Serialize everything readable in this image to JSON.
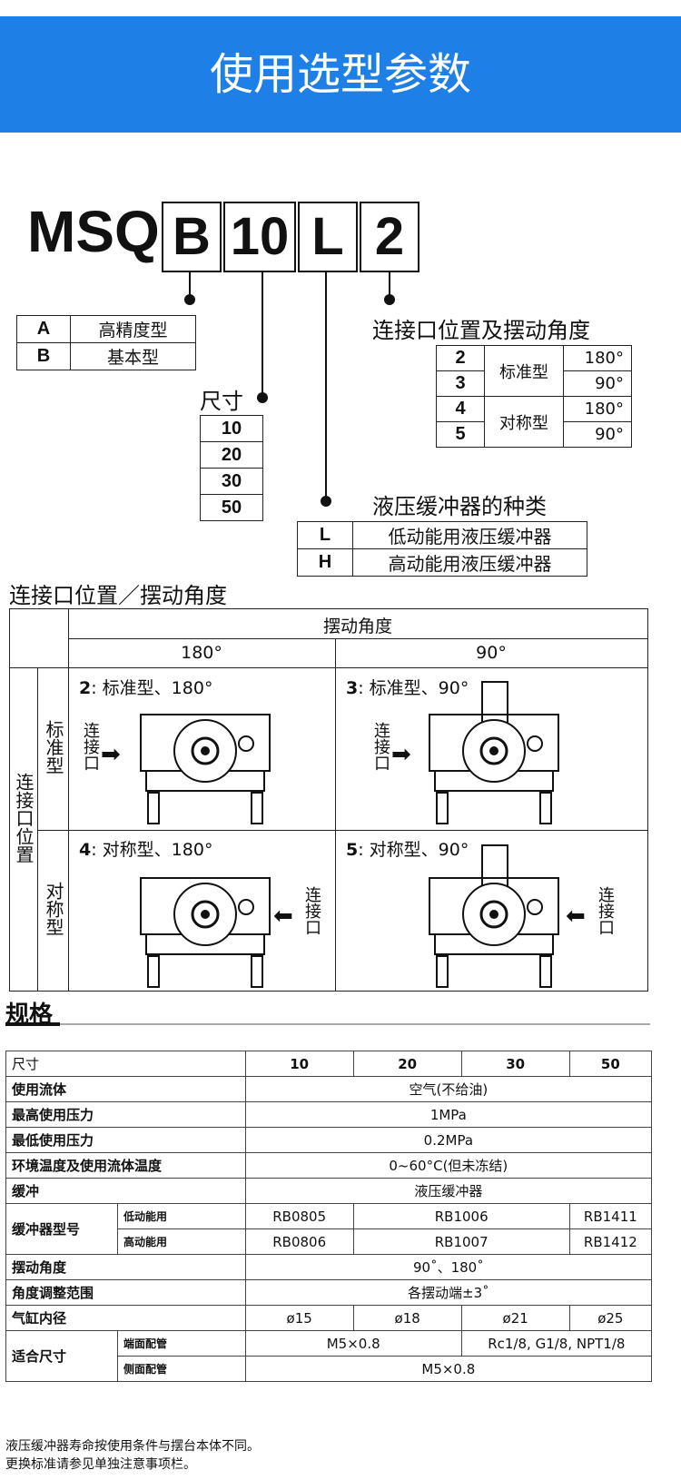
{
  "banner": {
    "title": "使用选型参数"
  },
  "model": {
    "prefix": "MSQ",
    "codes": [
      "B",
      "10",
      "L",
      "2"
    ]
  },
  "type_options": {
    "rows": [
      {
        "code": "A",
        "label": "高精度型"
      },
      {
        "code": "B",
        "label": "基本型"
      }
    ]
  },
  "size_options": {
    "title": "尺寸",
    "values": [
      "10",
      "20",
      "30",
      "50"
    ]
  },
  "port_options": {
    "title": "连接口位置及摆动角度",
    "rows": [
      {
        "code": "2",
        "type": "标准型",
        "angle": "180°"
      },
      {
        "code": "3",
        "type": "",
        "angle": "90°"
      },
      {
        "code": "4",
        "type": "对称型",
        "angle": "180°"
      },
      {
        "code": "5",
        "type": "",
        "angle": "90°"
      }
    ]
  },
  "absorber_options": {
    "title": "液压缓冲器的种类",
    "rows": [
      {
        "code": "L",
        "label": "低动能用液压缓冲器"
      },
      {
        "code": "H",
        "label": "高动能用液压缓冲器"
      }
    ]
  },
  "port_table": {
    "title": "连接口位置／摆动角度",
    "angle_header": "摆动角度",
    "angles": [
      "180°",
      "90°"
    ],
    "row_header": "连接口位置",
    "row_groups": [
      "标准型",
      "对称型"
    ],
    "port_label": "连接口",
    "cells": [
      {
        "code": "2",
        "text": ": 标准型、180°"
      },
      {
        "code": "3",
        "text": ": 标准型、90°"
      },
      {
        "code": "4",
        "text": ": 对称型、180°"
      },
      {
        "code": "5",
        "text": ": 对称型、90°"
      }
    ]
  },
  "specs": {
    "title": "规格",
    "sizes": [
      "10",
      "20",
      "30",
      "50"
    ],
    "labels": {
      "size": "尺寸",
      "fluid": "使用流体",
      "max_pressure": "最高使用压力",
      "min_pressure": "最低使用压力",
      "temp": "环境温度及使用流体温度",
      "cushion": "缓冲",
      "absorber_model": "缓冲器型号",
      "low_energy": "低动能用",
      "high_energy": "高动能用",
      "rotation": "摆动角度",
      "adjust": "角度调整范围",
      "bore": "气缸内径",
      "port_size": "适合尺寸",
      "end_port": "端面配管",
      "side_port": "侧面配管"
    },
    "values": {
      "fluid": "空气(不给油)",
      "max_pressure": "1MPa",
      "min_pressure": "0.2MPa",
      "temp": "0~60°C(但未冻结)",
      "cushion": "液压缓冲器",
      "low": [
        "RB0805",
        "RB1006",
        "RB1411"
      ],
      "high": [
        "RB0806",
        "RB1007",
        "RB1412"
      ],
      "rotation": "90˚、180˚",
      "adjust": "各摆动端±3˚",
      "bore": [
        "ø15",
        "ø18",
        "ø21",
        "ø25"
      ],
      "end_port": [
        "M5×0.8",
        "Rc1/8, G1/8, NPT1/8"
      ],
      "side_port": "M5×0.8"
    }
  },
  "notes": [
    "液压缓冲器寿命按使用条件与摆台本体不同。",
    "更换标准请参见单独注意事项栏。"
  ]
}
